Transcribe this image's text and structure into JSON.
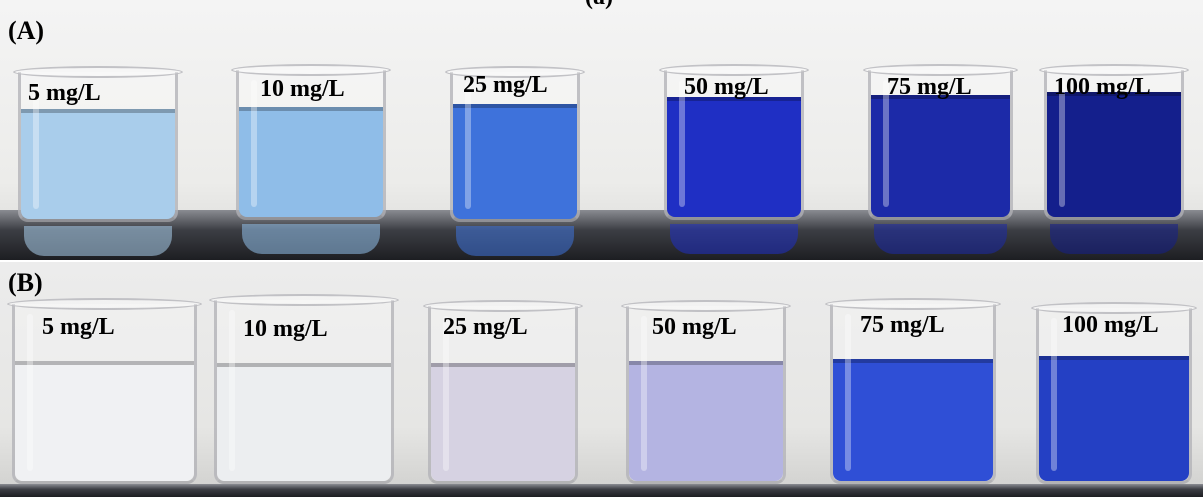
{
  "top_cutoff_text": "(a)",
  "panels": [
    {
      "label": "(A)",
      "samples": [
        {
          "concentration": "5 mg/L",
          "liquid_color": "#a9cdeb"
        },
        {
          "concentration": "10 mg/L",
          "liquid_color": "#8fbde8"
        },
        {
          "concentration": "25 mg/L",
          "liquid_color": "#3e72db"
        },
        {
          "concentration": "50 mg/L",
          "liquid_color": "#1f2fc4"
        },
        {
          "concentration": "75 mg/L",
          "liquid_color": "#1c2aa8"
        },
        {
          "concentration": "100 mg/L",
          "liquid_color": "#141f8c"
        }
      ]
    },
    {
      "label": "(B)",
      "samples": [
        {
          "concentration": "5 mg/L",
          "liquid_color": "#f0f1f3"
        },
        {
          "concentration": "10 mg/L",
          "liquid_color": "#eceef0"
        },
        {
          "concentration": "25 mg/L",
          "liquid_color": "#d6d2e2"
        },
        {
          "concentration": "50 mg/L",
          "liquid_color": "#b4b4e2"
        },
        {
          "concentration": "75 mg/L",
          "liquid_color": "#2f4fd6"
        },
        {
          "concentration": "100 mg/L",
          "liquid_color": "#2440c4"
        }
      ]
    }
  ]
}
